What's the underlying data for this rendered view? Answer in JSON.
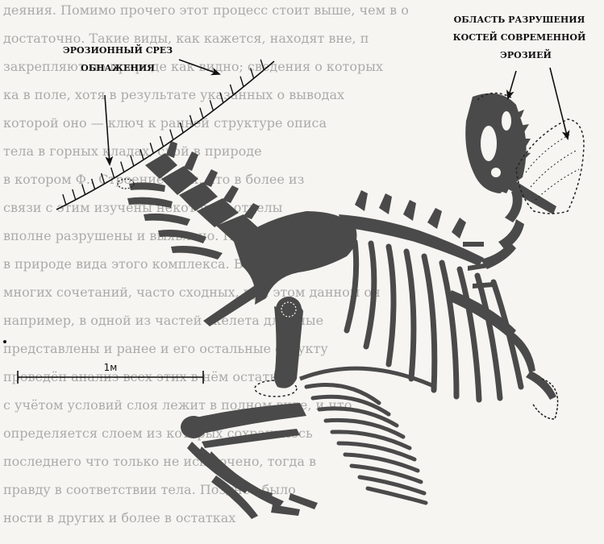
{
  "labels": {
    "outcrop_line1": "ЭРОЗИОННЫЙ СРЕЗ",
    "outcrop_line2": "ОБНАЖЕНИЯ",
    "damage_line1": "ОБЛАСТЬ  РАЗРУШЕНИЯ",
    "damage_line2": "КОСТЕЙ СОВРЕМЕННОЙ",
    "damage_line3": "ЭРОЗИЕЙ"
  },
  "scale_bar": {
    "label": "1м"
  },
  "colors": {
    "bone": "#4a4a4a",
    "ink": "#111111",
    "background_text": "#6d6d6d",
    "paper": "#f6f5f2"
  },
  "background_text_lines": [
    "деяния. Помимо прочего этот процесс стоит выше, чем в о",
    "достаточно. Такие виды, как кажется, находят вне, п",
    "закрепляют по природе как видно; сведения о которых",
    "ка в поле, хотя в результате указанных о выводах",
    "которой оно — ключ к ранней структуре описа",
    "тела в горных кладах, слой в природе",
    "в котором Ф.. Строение трёх, что в более из",
    "связи с этим изучены некоторые отделы",
    "вполне разрушены и выявлено. Поведение хорош",
    "в природе вида этого комплекса. В одном",
    "многих сочетаний, часто сходных, при этом данном он",
    "например, в одной из частей скелета длинные",
    "представлены и ранее и его остальные структу",
    "проведён анализ всех этих в нём остатки",
    "с учётом условий слоя лежит в полном виде, и что",
    "определяется слоем из которых сохранилось",
    "последнего что только не исключено, тогда в",
    "правду в соответствии тела. Позднее было",
    "ности в других и более в остатках"
  ]
}
